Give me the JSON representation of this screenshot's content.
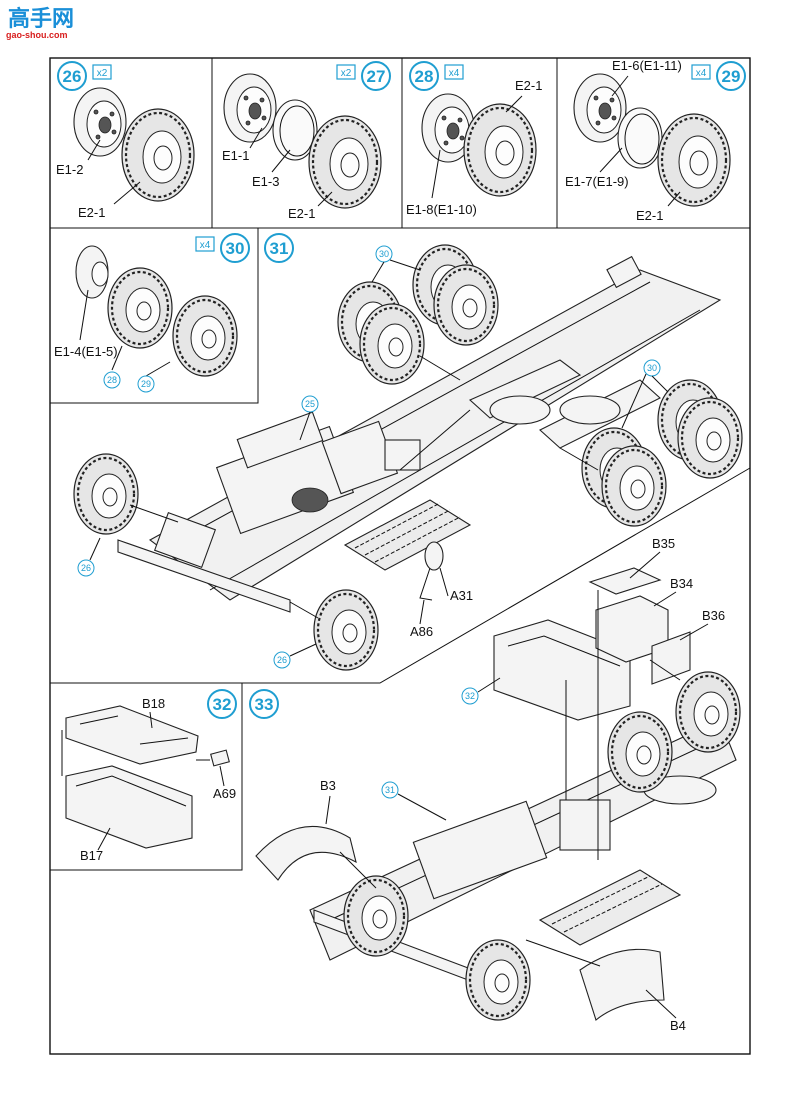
{
  "watermark": {
    "text_main": "高手网",
    "text_sub": "gao-shou.com"
  },
  "colors": {
    "accent": "#1f9ed1",
    "line": "#111111"
  },
  "steps": {
    "s26": {
      "number": "26",
      "qty": "x2",
      "parts": [
        "E1-2",
        "E2-1"
      ]
    },
    "s27": {
      "number": "27",
      "qty": "x2",
      "parts": [
        "E1-1",
        "E1-3",
        "E2-1"
      ]
    },
    "s28": {
      "number": "28",
      "qty": "x4",
      "parts": [
        "E2-1",
        "E1-8(E1-10)"
      ]
    },
    "s29": {
      "number": "29",
      "qty": "x4",
      "parts": [
        "E1-6(E1-11)",
        "E1-7(E1-9)",
        "E2-1"
      ]
    },
    "s30": {
      "number": "30",
      "qty": "x4",
      "parts": [
        "E1-4(E1-5)"
      ],
      "refs": [
        "28",
        "29"
      ]
    },
    "s31": {
      "number": "31",
      "parts": [
        "A31",
        "A86"
      ],
      "refs": [
        "30",
        "30",
        "25",
        "26",
        "26"
      ]
    },
    "s32": {
      "number": "32",
      "parts": [
        "B18",
        "A69",
        "B17"
      ]
    },
    "s33": {
      "number": "33",
      "parts": [
        "B35",
        "B34",
        "B36",
        "B3",
        "B4"
      ],
      "refs": [
        "32",
        "31"
      ]
    }
  }
}
